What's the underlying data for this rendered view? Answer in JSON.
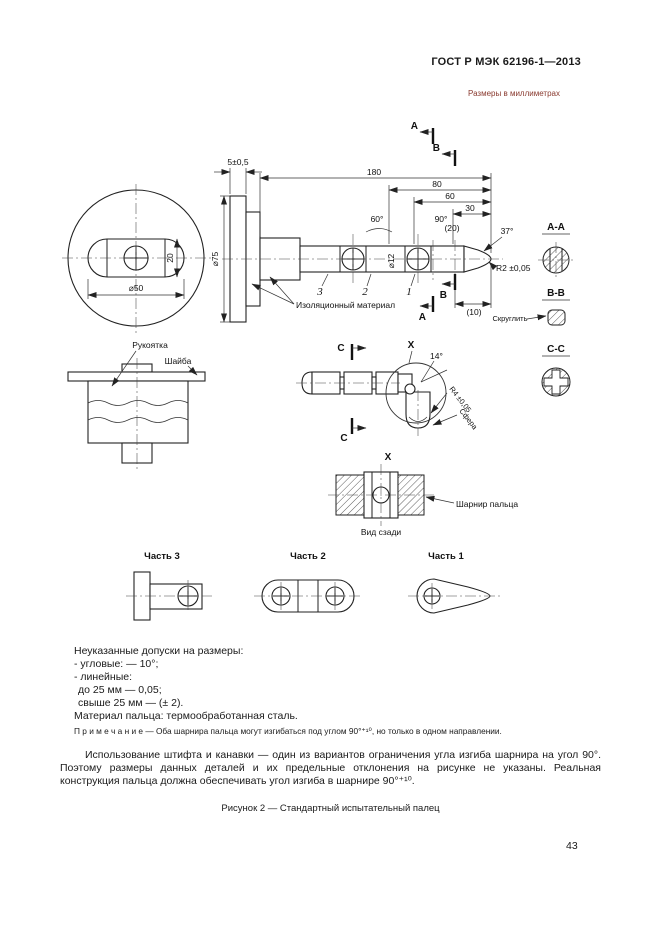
{
  "header": {
    "doc_number": "ГОСТ Р МЭК 62196-1—2013",
    "units_note": "Размеры в миллиметрах"
  },
  "drawing": {
    "front": {
      "thickness": "20",
      "width": "⌀50"
    },
    "side": {
      "plate_thickness": "5±0,5",
      "len_total": "180",
      "len_finger": "80",
      "len_60": "60",
      "len_30": "30",
      "len_tip": "(20)",
      "len_b": "(10)",
      "angle_joint1": "60°",
      "angle_joint2": "90°",
      "angle_tip": "37°",
      "dia_plate": "⌀75",
      "dia_finger": "⌀12",
      "radius_tip": "R2 ±0,05",
      "insulating": "Изоляционный материал",
      "ref3": "3",
      "ref2": "2",
      "ref1": "1",
      "marker_a": "А",
      "marker_b": "В"
    },
    "sections": {
      "aa": "А-А",
      "bb": "В-В",
      "cc": "С-С",
      "round_off": "Скруглить"
    },
    "handle": {
      "grip": "Рукоятка",
      "washer": "Шайба"
    },
    "bent": {
      "marker_c": "С",
      "detail_ref": "X",
      "angle": "14°",
      "radius": "R4 ±0,05",
      "sphere": "Сфера"
    },
    "detail": {
      "title": "X",
      "joint": "Шарнир пальца",
      "rear_view": "Вид сзади"
    },
    "parts": {
      "p3": "Часть 3",
      "p2": "Часть 2",
      "p1": "Часть 1"
    }
  },
  "notes": {
    "intro": "Неуказанные допуски на размеры:",
    "items": [
      "- угловые: — 10°;",
      "- линейные:",
      "до 25 мм — 0,05;",
      "свыше 25 мм — (± 2)."
    ],
    "material": "Материал пальца: термообработанная сталь.",
    "remark": "П р и м е ч а н и е — Оба шарнира пальца могут изгибаться под углом 90°⁺¹⁰, но только в одном направлении."
  },
  "body_paragraph": "Использование штифта и канавки — один из вариантов ограничения угла изгиба шарнира на угол 90°. Поэтому размеры данных деталей и их предельные отклонения на рисунке не указаны. Реальная конструкция пальца должна обеспечивать угол изгиба в шарнире 90°⁺¹⁰.",
  "figure_caption": "Рисунок 2 — Стандартный испытательный палец",
  "page_number": "43"
}
